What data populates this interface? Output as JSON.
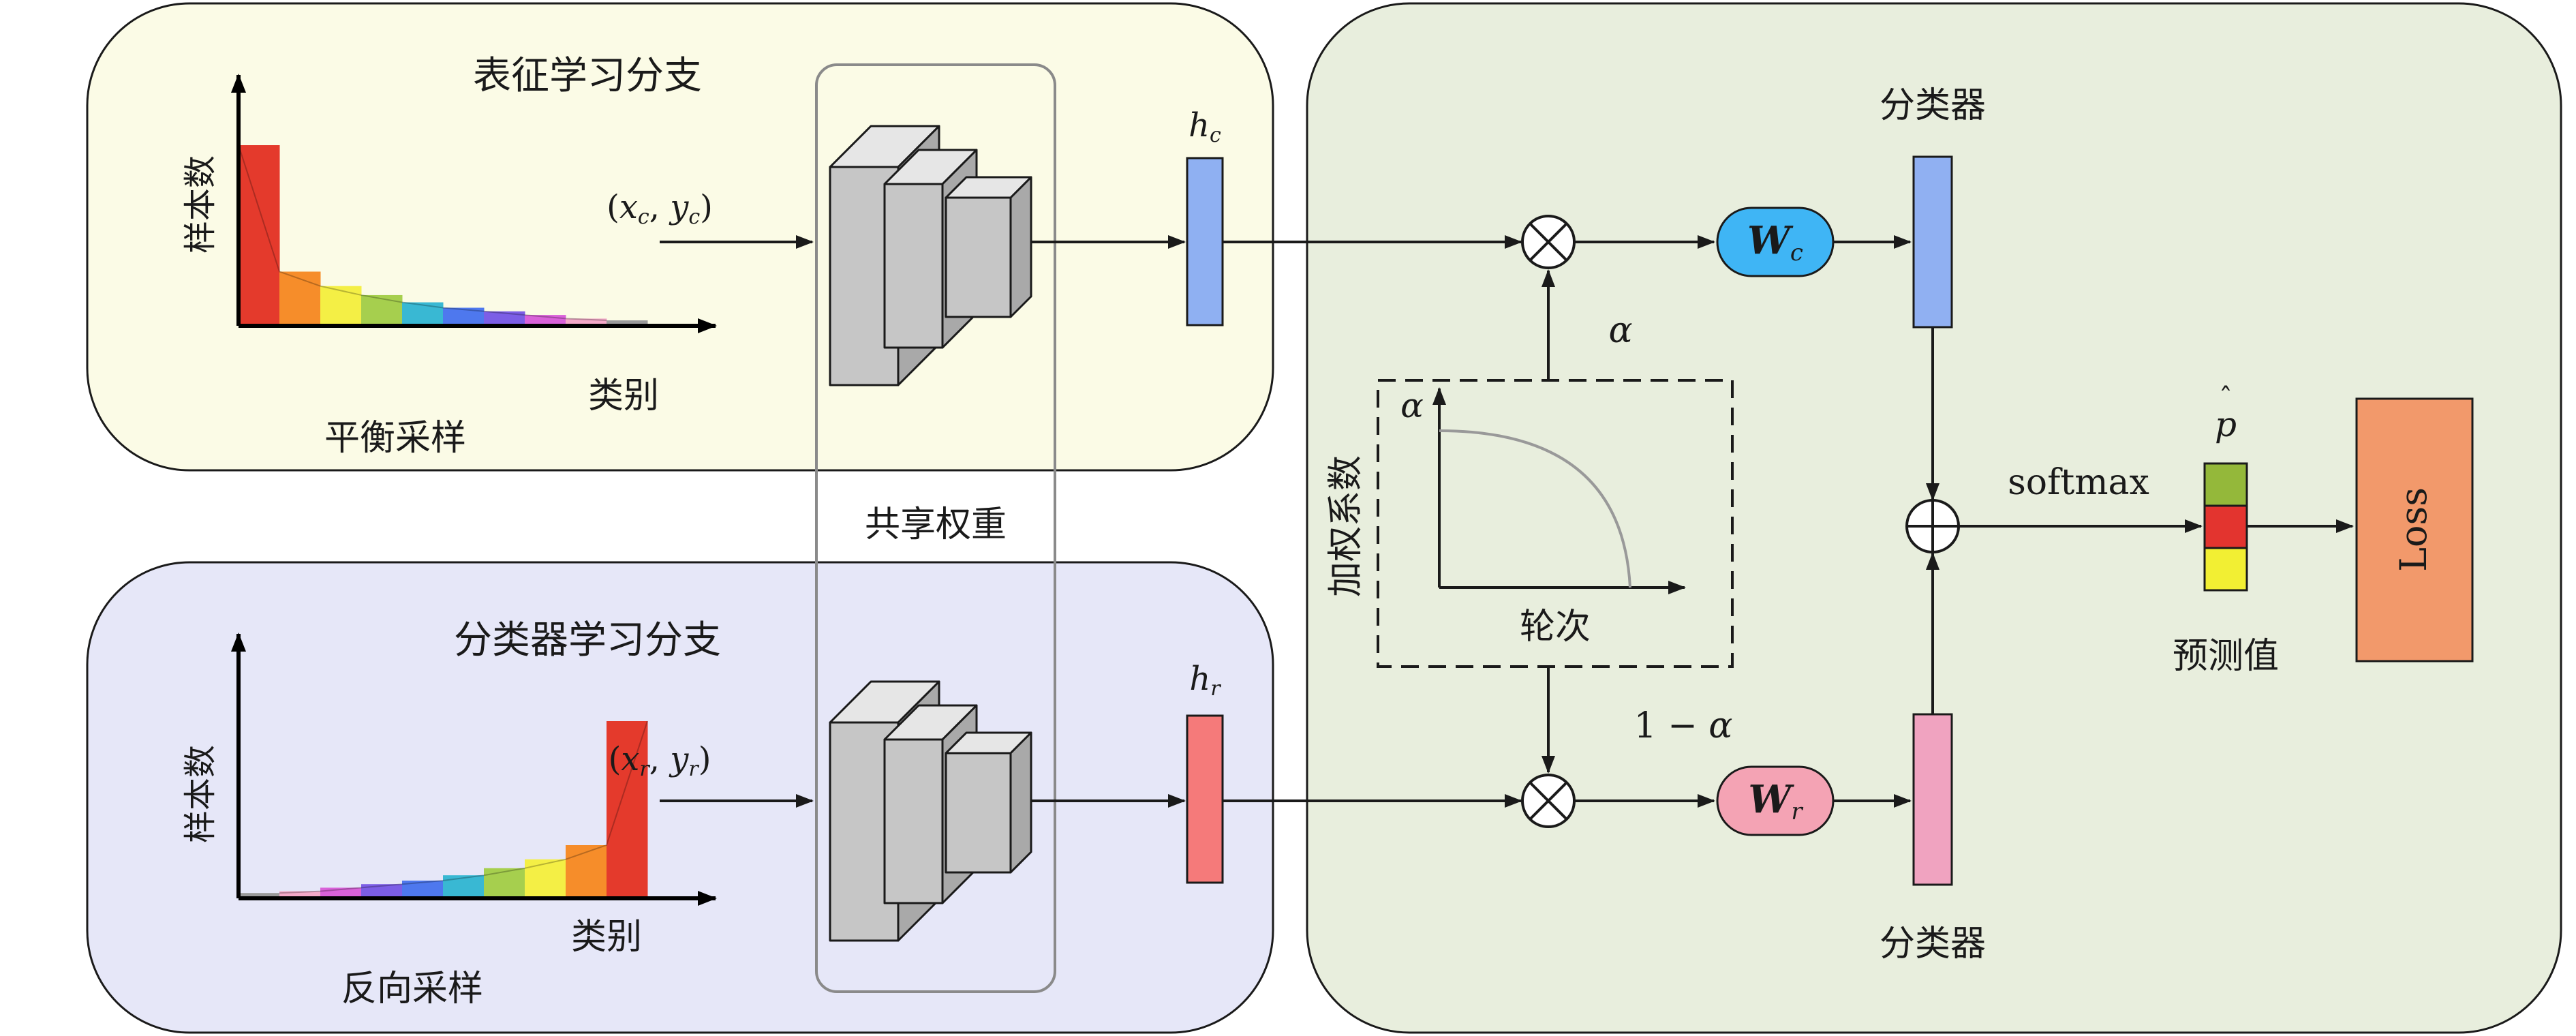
{
  "colors": {
    "upper_panel_bg": "#fbfbe6",
    "lower_panel_bg": "#e6e7f8",
    "right_panel_bg": "#e8eedd",
    "rep_label": "#5b8ef0",
    "cls_label": "#e02020",
    "hc_bar": "#8fb0f2",
    "hr_bar": "#f57a7a",
    "wc_pill": "#3fb5f5",
    "wr_pill": "#f4a3b4",
    "top_classifier": "#90b0f2",
    "bottom_classifier": "#f0a3c0",
    "loss_box": "#f2996b",
    "pred_top": "#94b83a",
    "pred_mid": "#e3342f",
    "pred_bot": "#f2ef33",
    "rainbow": [
      "#e43a2c",
      "#f68d2a",
      "#f4ef45",
      "#a6cf4e",
      "#39b8d3",
      "#4e78ee",
      "#7c5ee6",
      "#d962d9",
      "#f4a9c8",
      "#9a9a9a"
    ]
  },
  "labels": {
    "rep_branch": "表征学习分支",
    "cls_branch": "分类器学习分支",
    "y_axis": "样本数",
    "x_axis": "类别",
    "balanced_sampling": "平衡采样",
    "reverse_sampling": "反向采样",
    "shared_weights": "共享权重",
    "input_c": "(x_c, y_c)",
    "input_r": "(x_r, y_r)",
    "feature_c": "h_c",
    "feature_r": "h_r",
    "classifier_top": "分类器",
    "classifier_bottom": "分类器",
    "weight_c": "W_c",
    "weight_r": "W_r",
    "alpha": "α",
    "one_minus_alpha": "1 − α",
    "weight_coefficient": "加权系数",
    "epoch": "轮次",
    "curve_alpha": "α",
    "softmax": "softmax",
    "p_hat": "p̂",
    "prediction": "预测值",
    "loss": "Loss"
  },
  "sampling_distribution": {
    "balanced_relative_counts": [
      1.0,
      0.3,
      0.22,
      0.17,
      0.13,
      0.1,
      0.08,
      0.06,
      0.04,
      0.03
    ],
    "reverse_relative_counts": [
      0.03,
      0.04,
      0.06,
      0.08,
      0.1,
      0.13,
      0.17,
      0.22,
      0.3,
      1.0
    ]
  }
}
